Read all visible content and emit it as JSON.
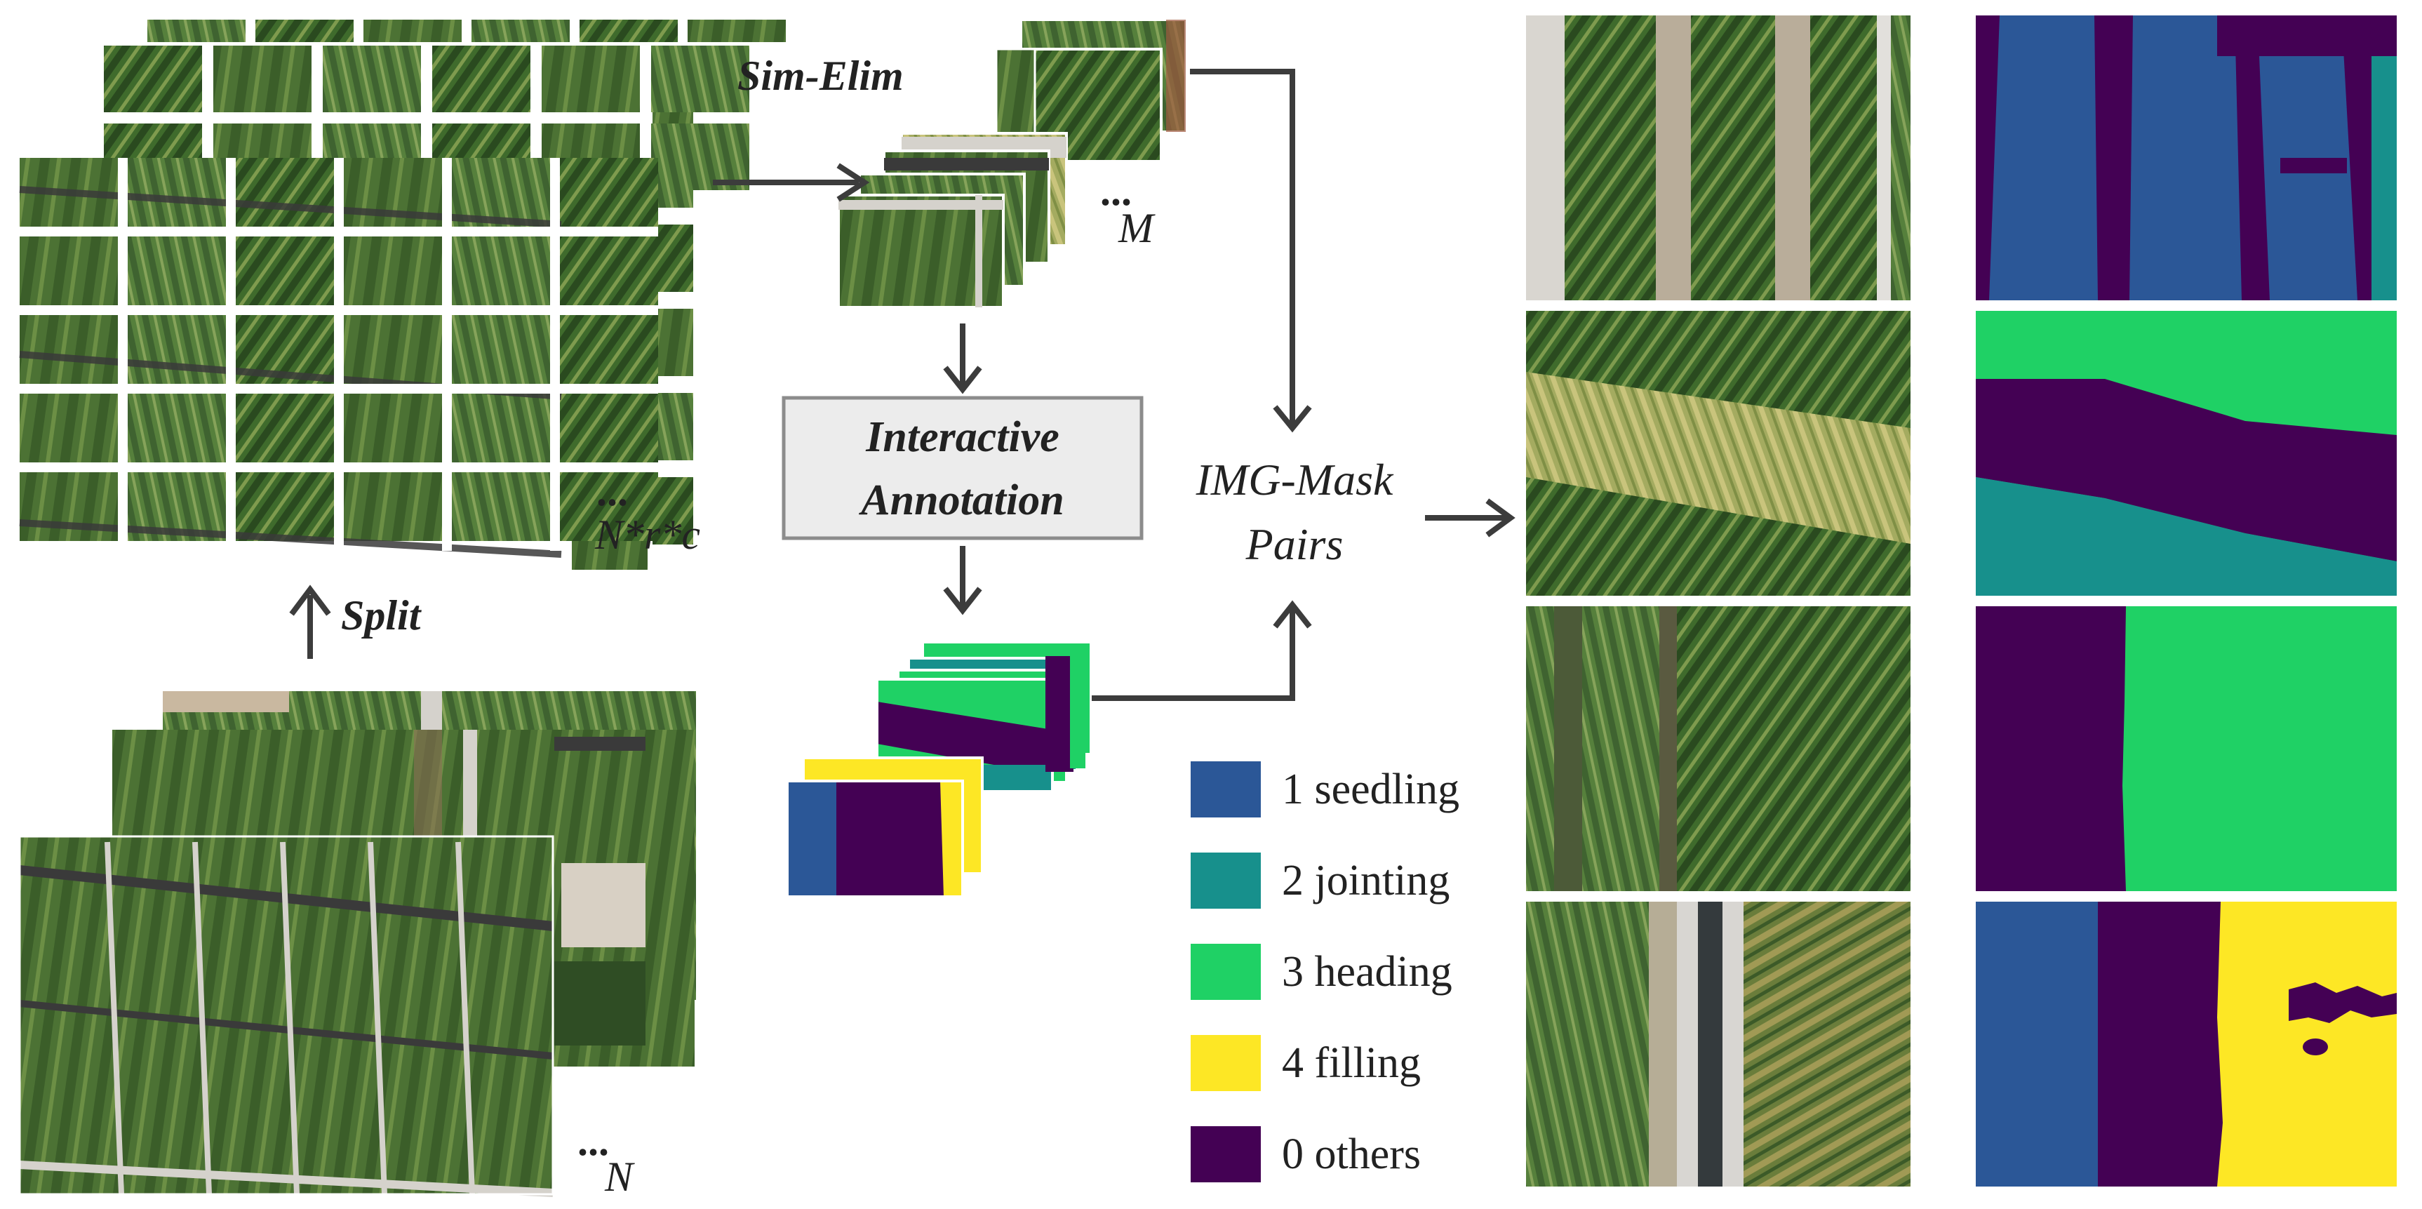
{
  "labels": {
    "sim_elim": "Sim-Elim",
    "split": "Split",
    "interactive_line1": "Interactive",
    "interactive_line2": "Annotation",
    "pairs_line1": "IMG-Mask",
    "pairs_line2": "Pairs",
    "n_rc": "N*r*c",
    "n": "N",
    "m": "M",
    "ellipsis": "..."
  },
  "legend": [
    {
      "id": 1,
      "label": "1 seedling",
      "color": "#2b5797"
    },
    {
      "id": 2,
      "label": "2 jointing",
      "color": "#17908c"
    },
    {
      "id": 3,
      "label": "3 heading",
      "color": "#1fd165"
    },
    {
      "id": 4,
      "label": "4 filling",
      "color": "#fde725"
    },
    {
      "id": 0,
      "label": "0 others",
      "color": "#440154"
    }
  ],
  "colors": {
    "arrow": "#3c3c3c",
    "annotation_box_fill": "#ececec",
    "annotation_box_stroke": "#8c8c8c",
    "field_green": "#4f7436",
    "field_dark": "#2f4d24",
    "road_gray": "#d5d2cc",
    "canal_dark": "#343a3d"
  }
}
